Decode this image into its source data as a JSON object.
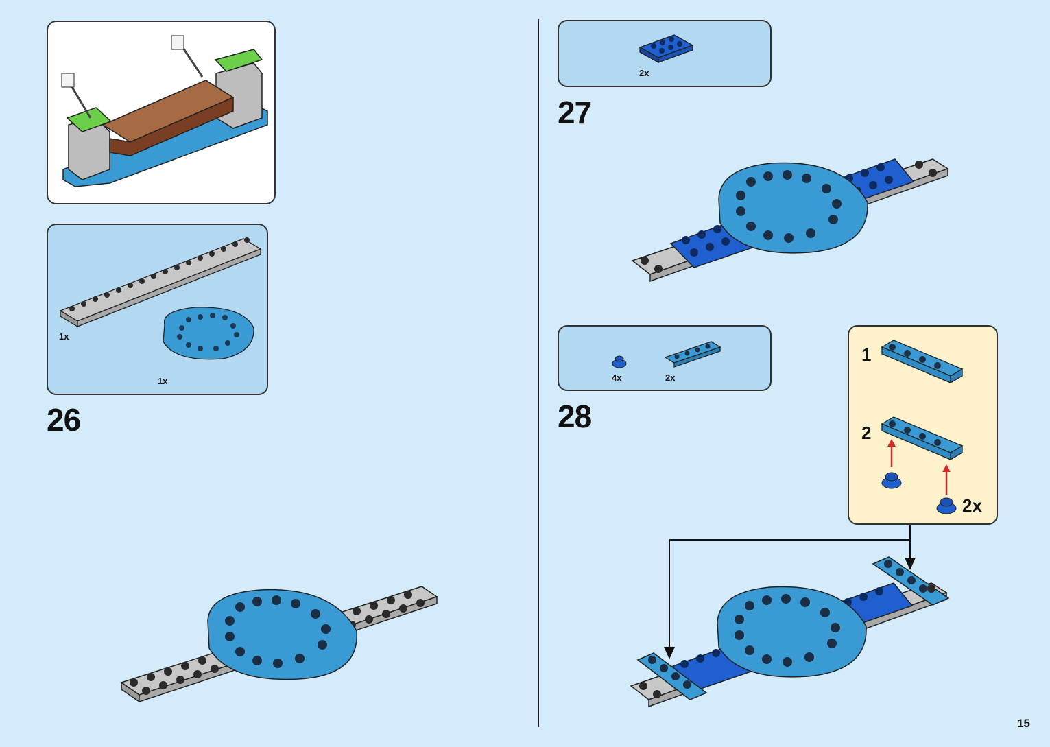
{
  "page_number": "15",
  "colors": {
    "page_bg": "#d3ebfa",
    "parts_box_bg": "#b3d8f1",
    "sub_box_bg": "#fdf2cc",
    "medium_azure": "#3a9bd4",
    "blue": "#1f5fcf",
    "light_gray": "#b8b8b8",
    "green": "#6dd04a",
    "brown": "#8b4a2b",
    "arrow_red": "#d42a2a"
  },
  "step26": {
    "number": "26",
    "parts": [
      {
        "qty": "1x",
        "part": "gray-plate-2x16"
      },
      {
        "qty": "1x",
        "part": "azure-round-plate-6x6"
      }
    ]
  },
  "step27": {
    "number": "27",
    "parts": [
      {
        "qty": "2x",
        "part": "blue-plate-2x4"
      }
    ]
  },
  "step28": {
    "number": "28",
    "parts": [
      {
        "qty": "4x",
        "part": "blue-round-plate-1x1"
      },
      {
        "qty": "2x",
        "part": "azure-plate-1x4"
      }
    ],
    "subassembly": {
      "step1": "1",
      "step2": "2",
      "multiplier": "2x"
    }
  }
}
